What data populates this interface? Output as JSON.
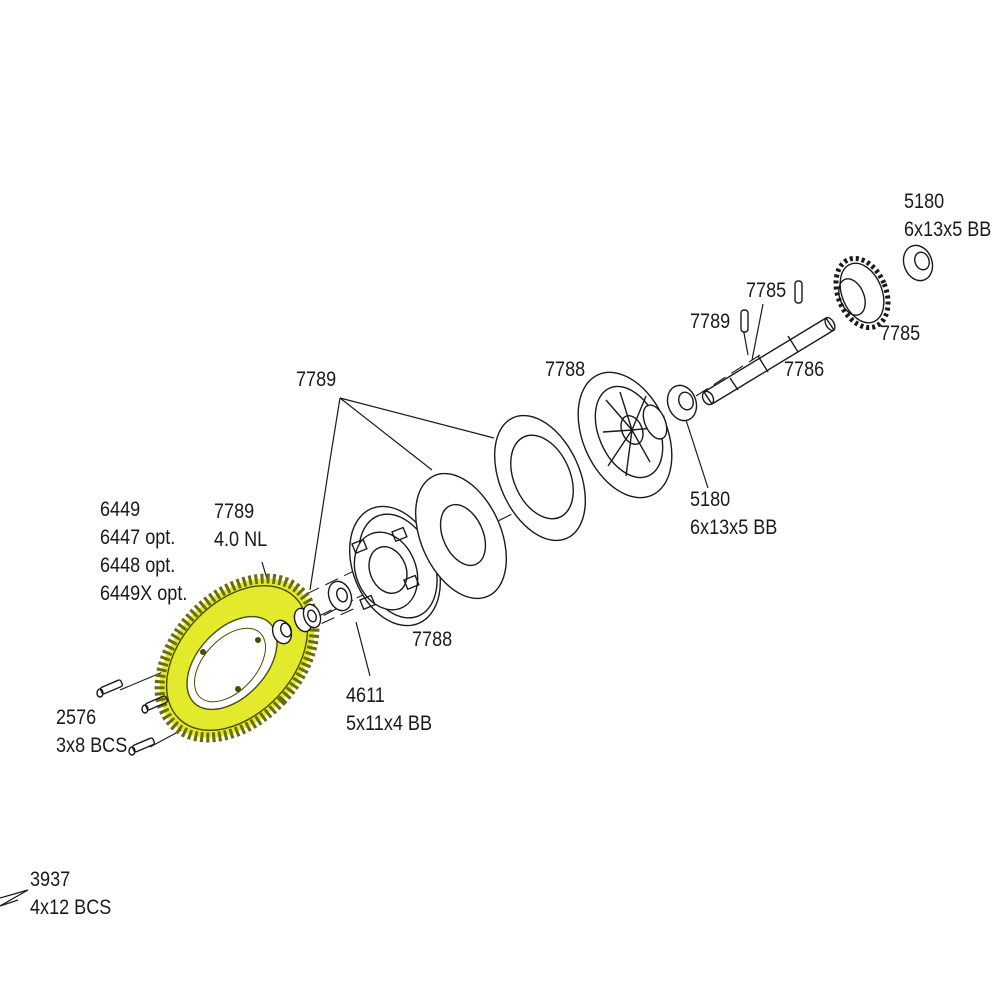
{
  "colors": {
    "background": "#ffffff",
    "line": "#1a1a1a",
    "highlight_fill": "#e3ea2c",
    "highlight_stroke": "#6b6f00"
  },
  "labels": {
    "spur_gear": [
      "6449",
      "6447 opt.",
      "6448 opt.",
      "6449X opt."
    ],
    "nut": [
      "7789",
      "4.0 NL"
    ],
    "screws": [
      "2576",
      "3x8 BCS"
    ],
    "pad_bearing": [
      "4611",
      "5x11x4 BB"
    ],
    "housing_front": [
      "7788"
    ],
    "friction_pads": [
      "7789"
    ],
    "housing_rear": [
      "7788"
    ],
    "shaft_bearing": [
      "5180",
      "6x13x5 BB"
    ],
    "shaft": [
      "7786"
    ],
    "pin_upper": [
      "7785"
    ],
    "pin_lower": [
      "7789"
    ],
    "pinion_gear": [
      "7785"
    ],
    "end_bearing": [
      "5180",
      "6x13x5 BB"
    ],
    "bottom_screw": [
      "3937",
      "4x12 BCS"
    ]
  },
  "icons": {
    "spur_gear": "spur-gear-icon",
    "nut": "nylock-nut-icon",
    "spring": "spring-icon",
    "bearing": "ball-bearing-icon",
    "housing": "clutch-housing-icon",
    "pad": "friction-disc-icon",
    "shaft": "input-shaft-icon",
    "pin": "pin-icon",
    "pinion": "pinion-gear-icon",
    "screw": "screw-icon"
  }
}
